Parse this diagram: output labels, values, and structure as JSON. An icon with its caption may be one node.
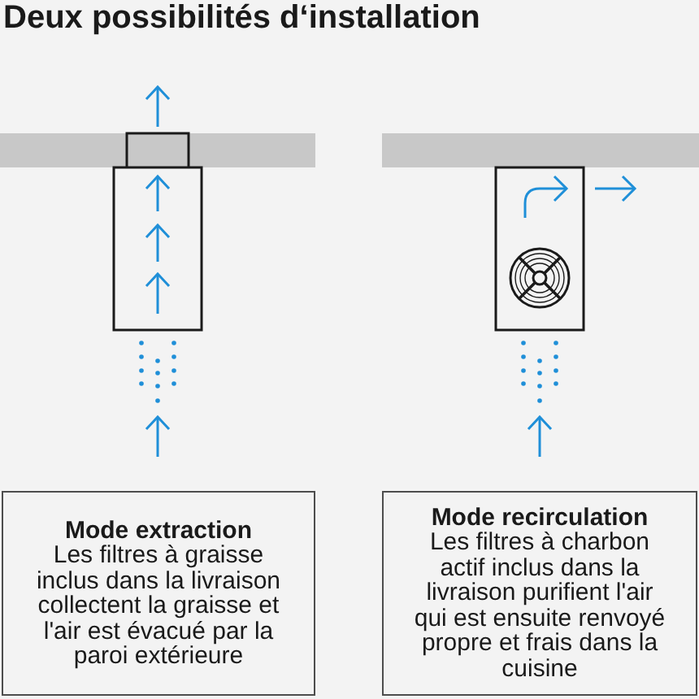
{
  "diagram": {
    "title": "Deux possibilités d‘installation",
    "nodes": [
      {
        "text": [
          "Mode extraction",
          "Les filtres à graisse inclus dans la livraison collectent la graisse et l'air est évacué par la paroi extérieure"
        ]
      },
      {
        "text": [
          "Mode recirculation",
          "Les filtres à charbon actif inclus dans la livraison purifient l'air qui est ensuite renvoyé propre et frais dans la cuisine"
        ]
      }
    ]
  }
}
